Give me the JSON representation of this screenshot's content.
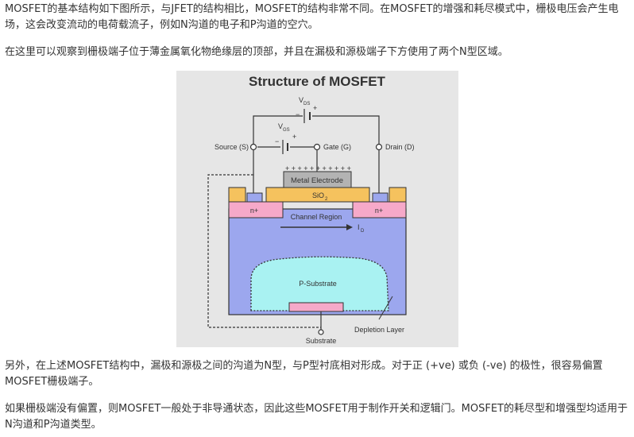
{
  "article": {
    "paragraph_1": "MOSFET的基本结构如下图所示，与JFET的结构相比，MOSFET的结构非常不同。在MOSFET的增强和耗尽模式中，栅极电压会产生电场，这会改变流动的电荷载流子，例如N沟道的电子和P沟道的空穴。",
    "paragraph_2": "在这里可以观察到栅极端子位于薄金属氧化物绝缘层的顶部，并且在漏极和源极端子下方使用了两个N型区域。",
    "paragraph_3": "另外，在上述MOSFET结构中，漏极和源极之间的沟道为N型，与P型衬底相对形成。对于正 (+ve) 或负 (-ve) 的极性，很容易偏置MOSFET栅极端子。",
    "paragraph_4": "如果栅极端没有偏置，则MOSFET一般处于非导通状态，因此这些MOSFET用于制作开关和逻辑门。MOSFET的耗尽型和增强型均适用于N沟道和P沟道类型。"
  },
  "diagram": {
    "title": "Structure of MOSFET",
    "vds_label": "V",
    "vds_sub": "DS",
    "vgs_label": "V",
    "vgs_sub": "GS",
    "minus": "−",
    "plus": "+",
    "source_label": "Source (S)",
    "gate_label": "Gate (G)",
    "drain_label": "Drain (D)",
    "metal_label": "Metal Electrode",
    "oxide_label": "SiO",
    "oxide_sub": "2",
    "n_plus_left": "n+",
    "n_plus_right": "n+",
    "channel_label": "Channel Region",
    "id_label": "I",
    "id_sub": "D",
    "substrate_region": "P-Substrate",
    "depletion_label": "Depletion Layer",
    "substrate_label": "Substrate",
    "colors": {
      "background": "#e6e6e6",
      "p_substrate": "#9ca7ee",
      "depletion": "#a9f2f2",
      "n_plus": "#f6a9c9",
      "oxide": "#f5c25e",
      "metal": "#b3b3b3",
      "line": "#333333"
    }
  }
}
